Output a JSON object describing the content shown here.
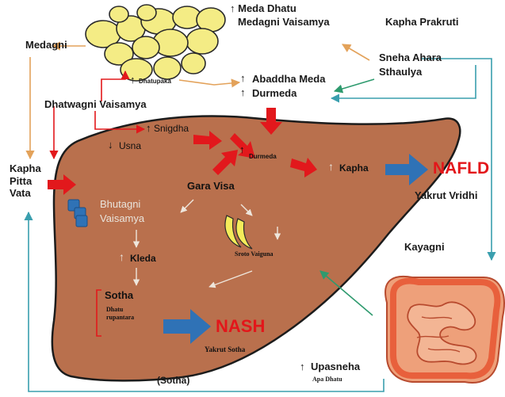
{
  "labels": {
    "meda_dhatu": "↑ Meda Dhatu",
    "medagni_vaisamya": "Medagni Vaisamya",
    "kapha_prakruti": "Kapha Prakruti",
    "medagni": "Medagni",
    "sneha_ahara": "Sneha Ahara",
    "sthaulya": "Sthaulya",
    "dhatupaka": "Dhatupaka",
    "abaddha_meda": "Abaddha Meda",
    "durmeda_top": "Durmeda",
    "dhatwagni_vaisamya": "Dhatwagni Vaisamya",
    "snigdha": "Snigdha",
    "usna": "Usna",
    "durmeda_liver": "Durmeda",
    "kapha_pitta_vata": "Kapha\nPitta\nVata",
    "kapha_liver": "Kapha",
    "nafld": "NAFLD",
    "yakrut_vridhi": "Yakrut Vridhi",
    "gara_visa": "Gara Visa",
    "bhutagni_vaisamya": "Bhutagni\nVaisamya",
    "kayagni": "Kayagni",
    "kleda": "Kleda",
    "sroto_vaiguna": "Sroto Vaiguna",
    "sotha": "Sotha",
    "dhatu_rupantara": "Dhatu\nrupantara",
    "nash": "NASH",
    "yakrut_sotha": "Yakrut Sotha",
    "sotha_paren": "(Sotha)",
    "upasneha": "Upasneha",
    "apa_dhatu": "Apa Dhatu"
  },
  "colors": {
    "liver": "#b9704d",
    "liver_outline": "#1c1c1c",
    "fat_cells": "#f4ec85",
    "red_arrow": "#e2181c",
    "blue_arrow": "#2f72b6",
    "teal_line": "#3a9fae",
    "green_line": "#2e9a6e",
    "orange_line": "#e3a25a",
    "intestine": "#e8603c"
  }
}
